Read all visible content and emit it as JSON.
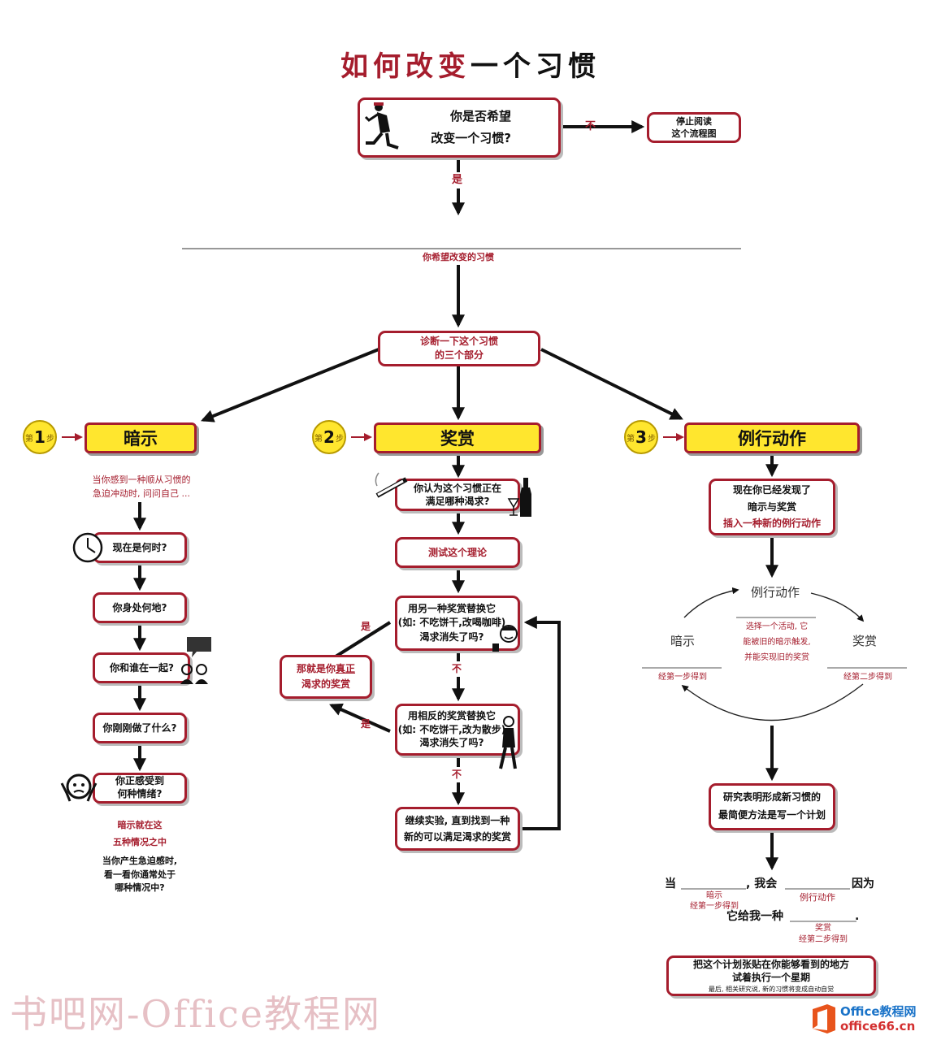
{
  "title": {
    "part1": "如何改变",
    "part2": "一个习惯"
  },
  "top": {
    "question_line1": "你是否希望",
    "question_line2": "改变一个习惯?",
    "no_label": "不",
    "stop_line1": "停止阅读",
    "stop_line2": "这个流程图",
    "yes_label": "是"
  },
  "habit_blank_label": "你希望改变的习惯",
  "diagnose": {
    "line1": "诊断一下这个习惯",
    "line2": "的三个部分"
  },
  "steps": [
    {
      "prefix": "第",
      "number": "1",
      "suffix": "步",
      "title": "暗示"
    },
    {
      "prefix": "第",
      "number": "2",
      "suffix": "步",
      "title": "奖赏"
    },
    {
      "prefix": "第",
      "number": "3",
      "suffix": "步",
      "title": "例行动作"
    }
  ],
  "cue": {
    "intro_line1": "当你感到一种顺从习惯的",
    "intro_line2": "急迫冲动时, 问问自己 ...",
    "questions": [
      "现在是何时?",
      "你身处何地?",
      "你和谁在一起?",
      "你刚刚做了什么?"
    ],
    "emotion_line1": "你正感受到",
    "emotion_line2": "何种情绪?",
    "note_line1": "暗示就在这",
    "note_line2": "五种情况之中",
    "tip_line1": "当你产生急迫感时,",
    "tip_line2": "看一看你通常处于",
    "tip_line3": "哪种情况中?"
  },
  "reward": {
    "craving_line1": "你认为这个习惯正在",
    "craving_line2": "满足哪种渴求?",
    "test": "测试这个理论",
    "alt1_line1": "用另一种奖赏替换它",
    "alt1_line2": "(如: 不吃饼干,改喝咖啡)",
    "alt1_line3": "渴求消失了吗?",
    "alt2_line1": "用相反的奖赏替换它",
    "alt2_line2": "(如: 不吃饼干,改为散步)",
    "alt2_line3": "渴求消失了吗?",
    "continue_line1": "继续实验, 直到找到一种",
    "continue_line2": "新的可以满足渴求的奖赏",
    "yes": "是",
    "no": "不",
    "real_line1_a": "那就是你",
    "real_line1_b": "真正",
    "real_line2": "渴求的奖赏"
  },
  "routine": {
    "found_line1": "现在你已经发现了",
    "found_line2": "暗示与奖赏",
    "found_line3": "插入一种新的例行动作",
    "cycle_top": "例行动作",
    "cycle_left": "暗示",
    "cycle_right": "奖赏",
    "cycle_center_line1": "选择一个活动, 它",
    "cycle_center_line2": "能被旧的暗示触发,",
    "cycle_center_line3": "并能实现旧的奖赏",
    "from_step1": "经第一步得到",
    "from_step2": "经第二步得到",
    "plan_line1": "研究表明形成新习惯的",
    "plan_line2": "最简便方法是写一个计划",
    "when": "当",
    "will": ", 我会",
    "because": "因为",
    "gives": "它给我一种",
    "under_cue": "暗示",
    "under_cue_sub": "经第一步得到",
    "under_routine": "例行动作",
    "under_reward": "奖赏",
    "under_reward_sub": "经第二步得到",
    "post_line1": "把这个计划张贴在你能够看到的地方",
    "post_line2": "试着执行一个星期",
    "post_line3": "最后, 相关研究说, 新的习惯将变成自动自觉"
  },
  "watermark": "书吧网-Office教程网",
  "logo": {
    "text1": "Office教程网",
    "text2": "office66.cn"
  },
  "colors": {
    "accent": "#a51d2d",
    "yellow": "#ffe62e"
  }
}
